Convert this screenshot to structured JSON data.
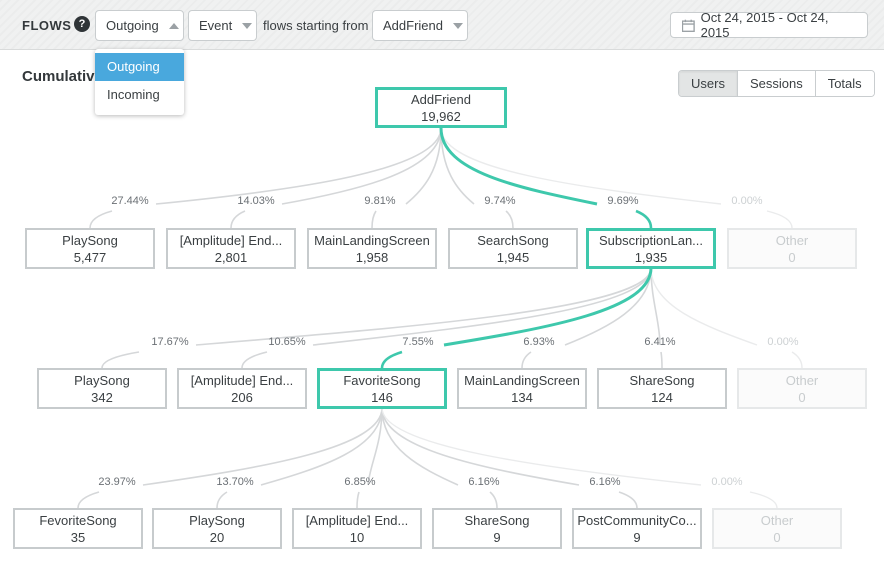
{
  "toolbar": {
    "title": "FLOWS",
    "help_icon": "?",
    "direction": {
      "value": "Outgoing"
    },
    "event": {
      "value": "Event"
    },
    "connector_text": "flows starting from",
    "start_event": {
      "value": "AddFriend"
    },
    "date_range": "Oct 24, 2015  -  Oct 24, 2015"
  },
  "direction_menu": {
    "options": [
      {
        "label": "Outgoing",
        "selected": true
      },
      {
        "label": "Incoming",
        "selected": false
      }
    ]
  },
  "view": {
    "heading": "Cumulative",
    "segments": [
      {
        "label": "Users",
        "active": true
      },
      {
        "label": "Sessions",
        "active": false
      },
      {
        "label": "Totals",
        "active": false
      }
    ]
  },
  "colors": {
    "accent_teal": "#3ec8ac",
    "menu_highlight_blue": "#49a8dd"
  },
  "chart_data": {
    "type": "flow-tree",
    "title": "Outgoing event flows starting from AddFriend",
    "root": {
      "label": "AddFriend",
      "value": "19,962"
    },
    "levels": [
      {
        "parent": "AddFriend",
        "nodes": [
          {
            "label": "PlaySong",
            "value": "5,477",
            "percent": "27.44%",
            "highlighted": false
          },
          {
            "label": "[Amplitude] End...",
            "value": "2,801",
            "percent": "14.03%",
            "highlighted": false
          },
          {
            "label": "MainLandingScreen",
            "value": "1,958",
            "percent": "9.81%",
            "highlighted": false
          },
          {
            "label": "SearchSong",
            "value": "1,945",
            "percent": "9.74%",
            "highlighted": false
          },
          {
            "label": "SubscriptionLan...",
            "value": "1,935",
            "percent": "9.69%",
            "highlighted": true
          },
          {
            "label": "Other",
            "value": "0",
            "percent": "0.00%",
            "highlighted": false
          }
        ]
      },
      {
        "parent": "SubscriptionLan...",
        "nodes": [
          {
            "label": "PlaySong",
            "value": "342",
            "percent": "17.67%",
            "highlighted": false
          },
          {
            "label": "[Amplitude] End...",
            "value": "206",
            "percent": "10.65%",
            "highlighted": false
          },
          {
            "label": "FavoriteSong",
            "value": "146",
            "percent": "7.55%",
            "highlighted": true
          },
          {
            "label": "MainLandingScreen",
            "value": "134",
            "percent": "6.93%",
            "highlighted": false
          },
          {
            "label": "ShareSong",
            "value": "124",
            "percent": "6.41%",
            "highlighted": false
          },
          {
            "label": "Other",
            "value": "0",
            "percent": "0.00%",
            "highlighted": false
          }
        ]
      },
      {
        "parent": "FavoriteSong",
        "nodes": [
          {
            "label": "FevoriteSong",
            "value": "35",
            "percent": "23.97%",
            "highlighted": false
          },
          {
            "label": "PlaySong",
            "value": "20",
            "percent": "13.70%",
            "highlighted": false
          },
          {
            "label": "[Amplitude] End...",
            "value": "10",
            "percent": "6.85%",
            "highlighted": false
          },
          {
            "label": "ShareSong",
            "value": "9",
            "percent": "6.16%",
            "highlighted": false
          },
          {
            "label": "PostCommunityCo...",
            "value": "9",
            "percent": "6.16%",
            "highlighted": false
          },
          {
            "label": "Other",
            "value": "0",
            "percent": "0.00%",
            "highlighted": false
          }
        ]
      }
    ]
  }
}
